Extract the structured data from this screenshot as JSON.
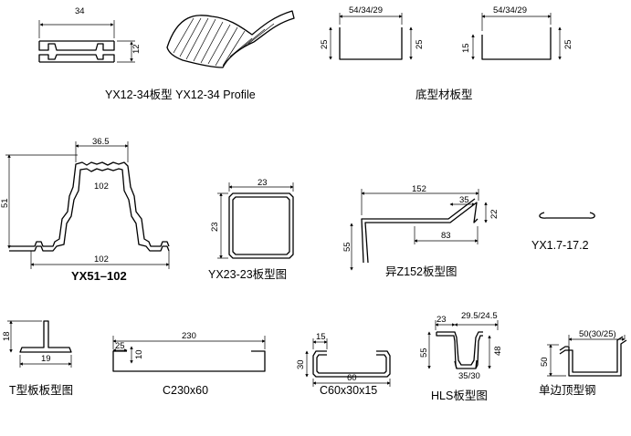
{
  "profiles": {
    "yx12_34": {
      "width": "34",
      "height": "12",
      "caption": "YX12-34板型 YX12-34 Profile"
    },
    "floor_deck": {
      "top_a": "54/34/29",
      "h_a_left": "25",
      "h_a_right": "25",
      "top_b": "54/34/29",
      "h_b_left": "15",
      "h_b_right": "25",
      "caption": "底型材板型"
    },
    "yx51_102": {
      "top": "36.5",
      "mid": "102",
      "height": "51",
      "bottom": "102",
      "caption": "YX51–102"
    },
    "yx23_23": {
      "width": "23",
      "height": "23",
      "caption": "YX23-23板型图"
    },
    "z152": {
      "overall": "152",
      "step": "35",
      "rise": "22",
      "inner": "83",
      "leg": "55",
      "caption": "异Z152板型图"
    },
    "yx1_7": {
      "caption": "YX1.7-17.2"
    },
    "t_panel": {
      "height": "18",
      "width": "19",
      "caption": "T型板板型图"
    },
    "c230": {
      "width": "230",
      "lip": "25",
      "depth": "10",
      "caption": "C230x60"
    },
    "c60": {
      "lip": "15",
      "height": "30",
      "width": "60",
      "caption": "C60x30x15"
    },
    "hls": {
      "top_left": "23",
      "top_right": "29.5/24.5",
      "left_h": "55",
      "right_h": "48",
      "bottom": "35/30",
      "caption": "HLS板型图"
    },
    "single_edge": {
      "top": "50(30/25)",
      "height": "50",
      "caption": "单边顶型钢"
    }
  }
}
